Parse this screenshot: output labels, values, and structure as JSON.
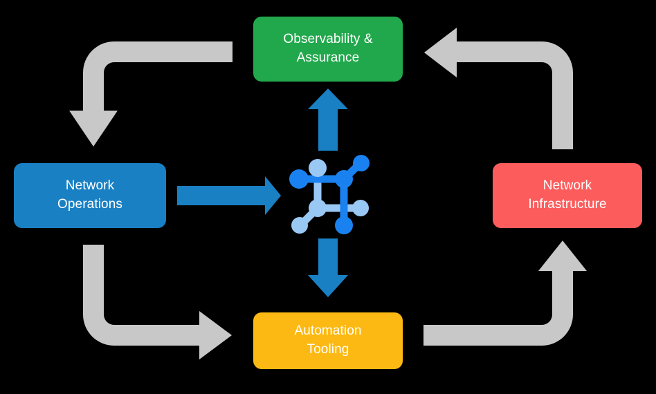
{
  "diagram": {
    "title": "Network automation lifecycle diagram",
    "background_color": "#000000",
    "nodes": [
      {
        "id": "observability",
        "label": "Observability &\nAssurance",
        "color": "#22a84c",
        "text_color": "#ffffff",
        "position": "top"
      },
      {
        "id": "network_operations",
        "label": "Network\nOperations",
        "color": "#1a80c4",
        "text_color": "#ffffff",
        "position": "left"
      },
      {
        "id": "network_infrastructure",
        "label": "Network\nInfrastructure",
        "color": "#fc5c5c",
        "text_color": "#ffffff",
        "position": "right"
      },
      {
        "id": "automation_tooling",
        "label": "Automation\nTooling",
        "color": "#fdb913",
        "text_color": "#ffffff",
        "position": "bottom"
      }
    ],
    "center_icon": {
      "name": "network-topology-icon",
      "color_light": "#9ac8f5",
      "color_dark": "#1a82f0"
    },
    "connectors": {
      "blue_color": "#1a80c4",
      "gray_color": "#c8c8c8",
      "arrows": [
        {
          "id": "ops-to-center",
          "from": "network_operations",
          "to": "center_icon",
          "direction": "right",
          "style": "blue-straight"
        },
        {
          "id": "center-to-observability",
          "from": "center_icon",
          "to": "observability",
          "direction": "up",
          "style": "blue-straight"
        },
        {
          "id": "center-to-automation",
          "from": "center_icon",
          "to": "automation_tooling",
          "direction": "down",
          "style": "blue-straight"
        },
        {
          "id": "observability-to-ops",
          "from": "observability",
          "to": "network_operations",
          "direction": "down",
          "style": "gray-elbow"
        },
        {
          "id": "ops-to-automation",
          "from": "network_operations",
          "to": "automation_tooling",
          "direction": "right",
          "style": "gray-elbow"
        },
        {
          "id": "automation-to-infrastructure",
          "from": "automation_tooling",
          "to": "network_infrastructure",
          "direction": "up",
          "style": "gray-elbow"
        },
        {
          "id": "infrastructure-to-observability",
          "from": "network_infrastructure",
          "to": "observability",
          "direction": "left",
          "style": "gray-elbow"
        }
      ]
    }
  }
}
